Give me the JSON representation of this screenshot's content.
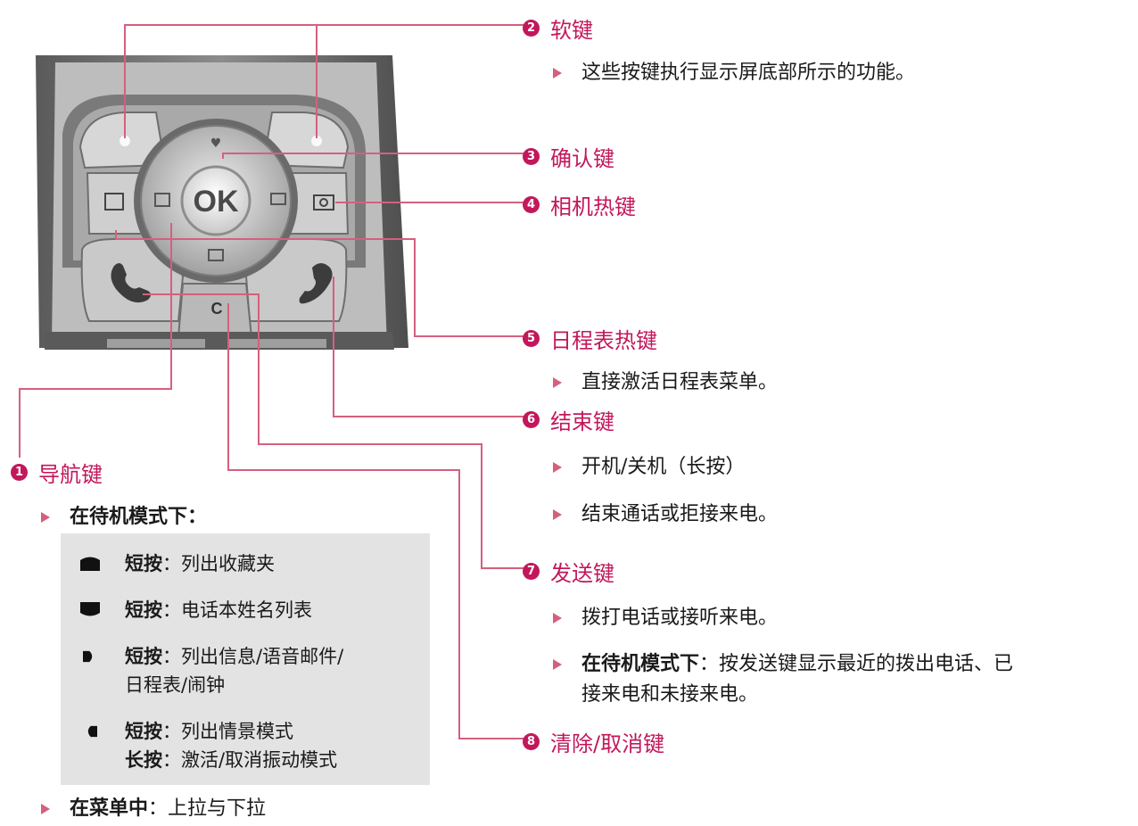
{
  "callouts": {
    "navigation": {
      "num": "1",
      "label": "导航键"
    },
    "soft_keys": {
      "num": "2",
      "label": "软键"
    },
    "ok_key": {
      "num": "3",
      "label": "确认键"
    },
    "camera_hotkey": {
      "num": "4",
      "label": "相机热键"
    },
    "calendar_hotkey": {
      "num": "5",
      "label": "日程表热键"
    },
    "end_key": {
      "num": "6",
      "label": "结束键"
    },
    "send_key": {
      "num": "7",
      "label": "发送键"
    },
    "clear_key": {
      "num": "8",
      "label": "清除/取消键"
    }
  },
  "soft_keys_desc": "这些按键执行显示屏底部所示的功能。",
  "calendar_desc": "直接激活日程表菜单。",
  "end_desc": [
    "开机/关机（长按）",
    "结束通话或拒接来电。"
  ],
  "send_desc": {
    "line1": "拨打电话或接听来电。",
    "line2_bold": "在待机模式下",
    "line2_rest": "：按发送键显示最近的拨出电话、已",
    "line3": "接来电和未接来电。"
  },
  "nav": {
    "standby_heading": "在待机模式下：",
    "rows": [
      {
        "icon": "nav-up-icon",
        "bold": "短按",
        "text": "：列出收藏夹"
      },
      {
        "icon": "nav-down-icon",
        "bold": "短按",
        "text": "：电话本姓名列表"
      },
      {
        "icon": "nav-right-icon",
        "bold": "短按",
        "text": "：列出信息/语音邮件/",
        "text2": "日程表/闹钟"
      },
      {
        "icon": "nav-left-icon",
        "bold": "短按",
        "text": "：列出情景模式",
        "bold2": "长按",
        "text3": "：激活/取消振动模式"
      }
    ],
    "menu_bold": "在菜单中",
    "menu_rest": "：上拉与下拉"
  },
  "phone_labels": {
    "ok": "OK",
    "c": "C"
  },
  "colors": {
    "accent": "#c2185b",
    "leader": "#d4607f",
    "box": "#e3e3e3"
  }
}
